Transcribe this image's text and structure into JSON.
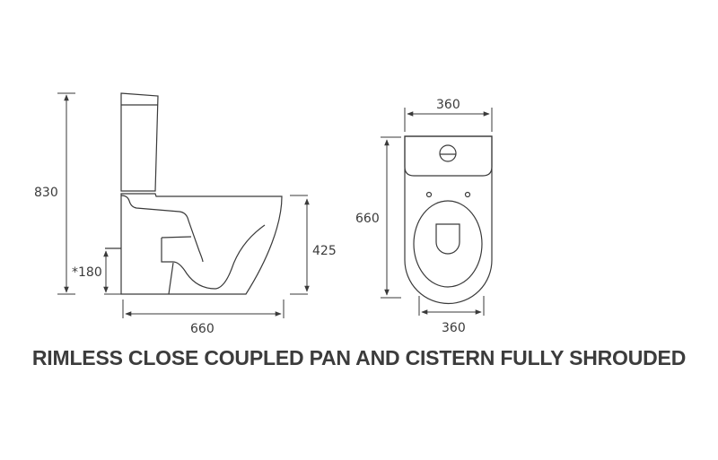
{
  "title": "RIMLESS CLOSE COUPLED PAN AND CISTERN FULLY SHROUDED",
  "side_view": {
    "height_label": "830",
    "pan_height_label": "425",
    "waste_height_label": "*180",
    "depth_label": "660"
  },
  "top_view": {
    "width_top_label": "360",
    "depth_label": "660",
    "width_bottom_label": "360"
  },
  "colors": {
    "line": "#3a3a3a",
    "text": "#3c3c3c",
    "background": "#ffffff"
  }
}
